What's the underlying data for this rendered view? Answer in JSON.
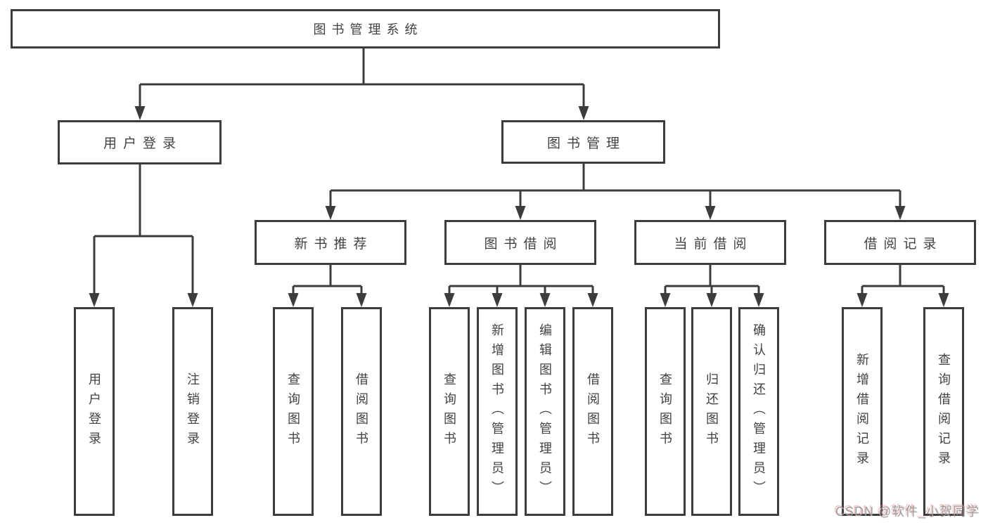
{
  "title": "图书管理系统",
  "watermark": "CSDN @软件_小贺同学",
  "colors": {
    "line": "#3c3c3c",
    "text": "#424242",
    "background": "#ffffff",
    "watermark": "#9c9c9c",
    "watermark_shadow": "#e88a8a"
  },
  "nodes": {
    "root": "图书管理系统",
    "user_login": "用户登录",
    "book_mgmt": "图书管理",
    "new_book_rec": "新书推荐",
    "book_borrow": "图书借阅",
    "current_borrow": "当前借阅",
    "borrow_records": "借阅记录",
    "leaf_user_login": "用户登录",
    "leaf_logout": "注销登录",
    "leaf_query_book_a": "查询图书",
    "leaf_borrow_book_a": "借阅图书",
    "leaf_query_book_b": "查询图书",
    "leaf_add_book": "新增图书（管理员）",
    "leaf_edit_book": "编辑图书（管理员）",
    "leaf_borrow_book_b": "借阅图书",
    "leaf_query_book_c": "查询图书",
    "leaf_return_book": "归还图书",
    "leaf_confirm_return": "确认归还（管理员）",
    "leaf_add_borrow_record": "新增借阅记录",
    "leaf_query_borrow_record": "查询借阅记录"
  },
  "hierarchy": {
    "图书管理系统": {
      "用户登录": [
        "用户登录",
        "注销登录"
      ],
      "图书管理": {
        "新书推荐": [
          "查询图书",
          "借阅图书"
        ],
        "图书借阅": [
          "查询图书",
          "新增图书（管理员）",
          "编辑图书（管理员）",
          "借阅图书"
        ],
        "当前借阅": [
          "查询图书",
          "归还图书",
          "确认归还（管理员）"
        ],
        "借阅记录": [
          "新增借阅记录",
          "查询借阅记录"
        ]
      }
    }
  }
}
